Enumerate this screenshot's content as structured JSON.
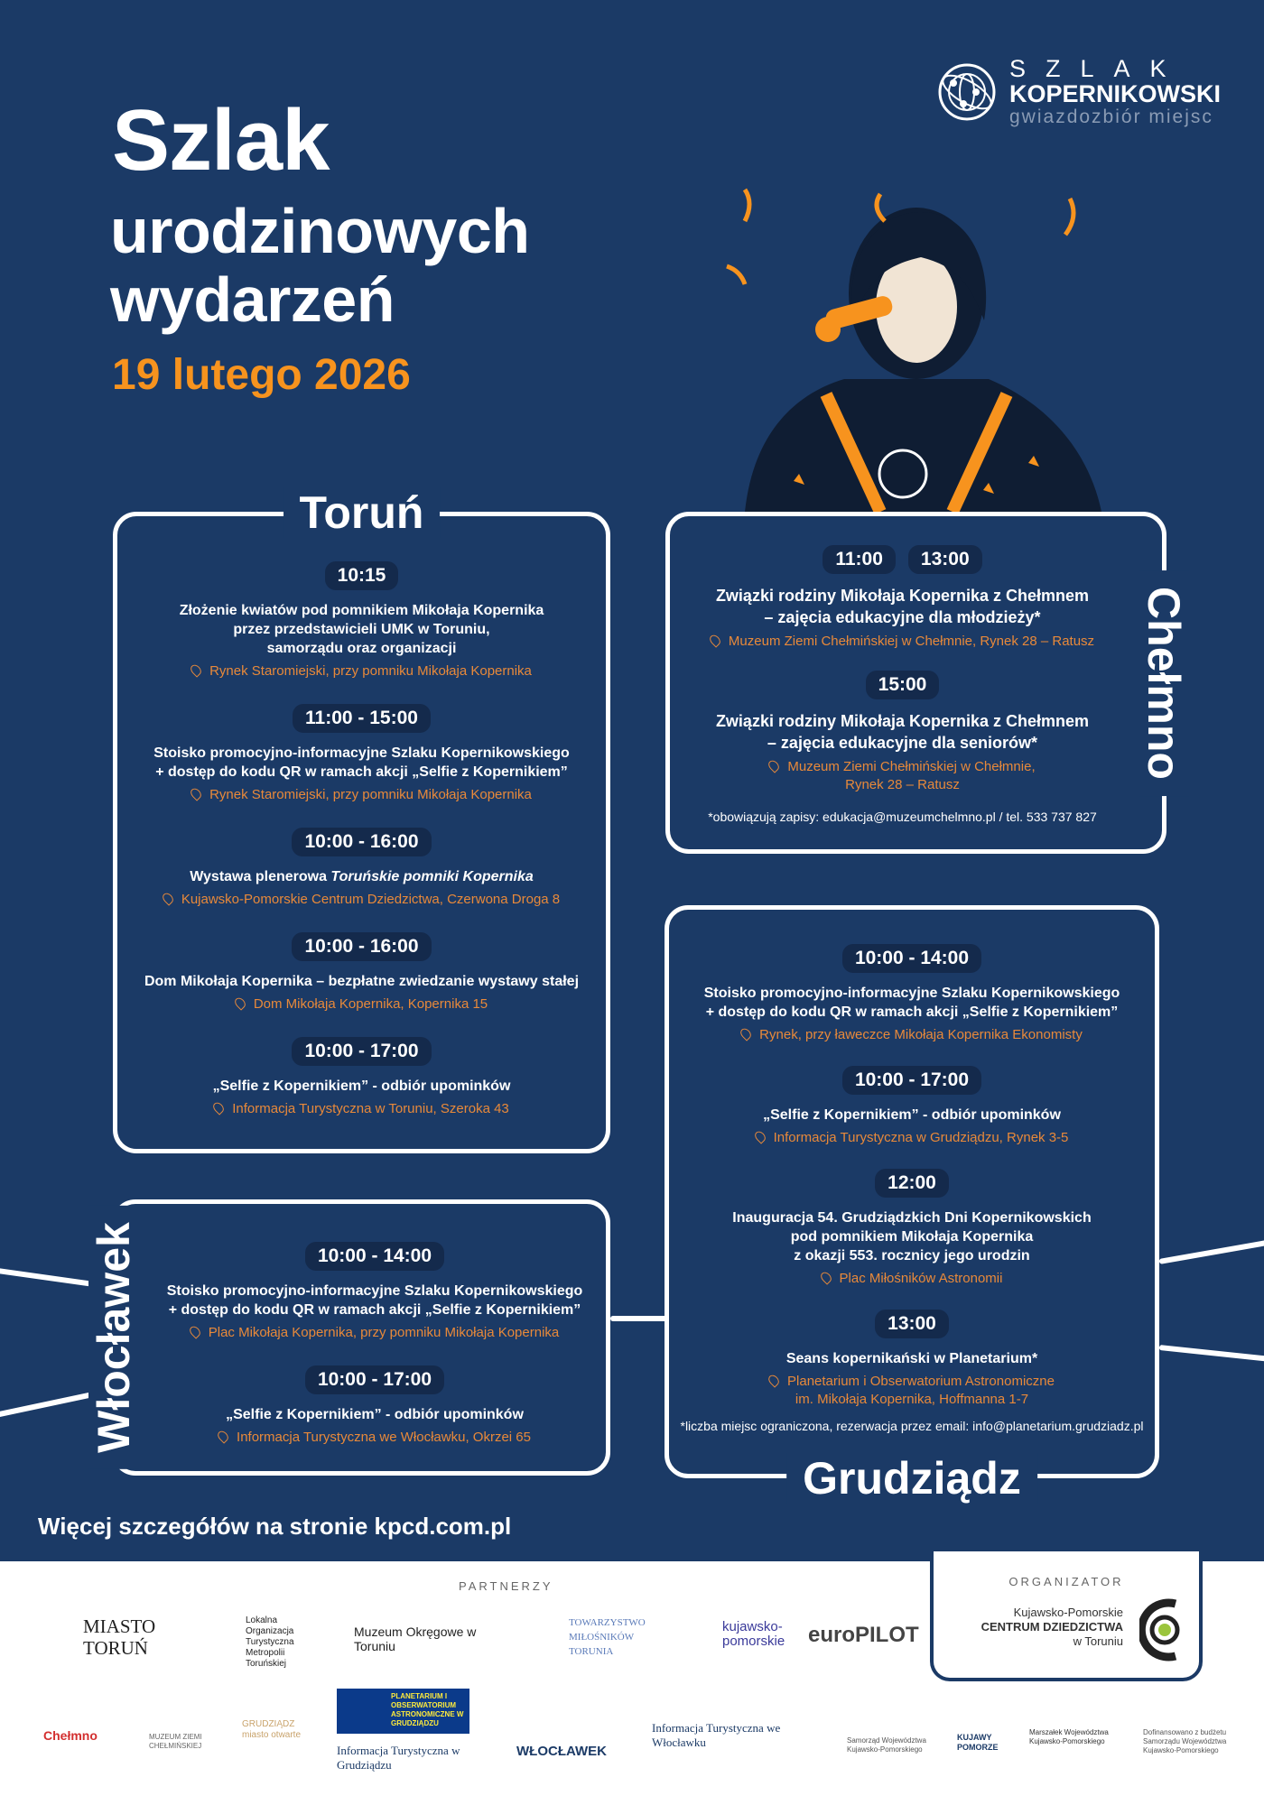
{
  "header": {
    "title": "Szlak",
    "subtitle_line1": "urodzinowych",
    "subtitle_line2": "wydarzeń",
    "date": "19 lutego 2026"
  },
  "logo": {
    "line1": "SZLAK",
    "line2": "KOPERNIKOWSKI",
    "line3": "gwiazdozbiór miejsc"
  },
  "colors": {
    "background": "#1b3a66",
    "accent": "#f7931e",
    "location": "#e8893a",
    "pill": "#142a4c"
  },
  "torun": {
    "label": "Toruń",
    "events": [
      {
        "time": "10:15",
        "title": [
          "Złożenie kwiatów pod pomnikiem Mikołaja Kopernika",
          "przez przedstawicieli UMK w Toruniu,",
          "samorządu oraz organizacji"
        ],
        "location": "Rynek Staromiejski, przy pomniku Mikołaja Kopernika"
      },
      {
        "time": "11:00 - 15:00",
        "title": [
          "Stoisko promocyjno-informacyjne Szlaku Kopernikowskiego",
          "+ dostęp do kodu QR w ramach akcji „Selfie z Kopernikiem”"
        ],
        "location": "Rynek Staromiejski, przy pomniku Mikołaja Kopernika"
      },
      {
        "time": "10:00 - 16:00",
        "title_plain": "Wystawa plenerowa ",
        "title_italic": "Toruńskie pomniki Kopernika",
        "location": "Kujawsko-Pomorskie Centrum Dziedzictwa, Czerwona Droga 8"
      },
      {
        "time": "10:00 - 16:00",
        "title": [
          "Dom Mikołaja Kopernika – bezpłatne zwiedzanie wystawy stałej"
        ],
        "location": "Dom Mikołaja Kopernika, Kopernika 15"
      },
      {
        "time": "10:00 - 17:00",
        "title": [
          "„Selfie z Kopernikiem” - odbiór upominków"
        ],
        "location": "Informacja Turystyczna w Toruniu, Szeroka 43"
      }
    ]
  },
  "chelmno": {
    "label": "Chełmno",
    "events": [
      {
        "times": [
          "11:00",
          "13:00"
        ],
        "title": [
          "Związki rodziny Mikołaja Kopernika z Chełmnem",
          "– zajęcia edukacyjne dla młodzieży*"
        ],
        "location": [
          "Muzeum Ziemi Chełmińskiej w Chełmnie, Rynek 28 – Ratusz"
        ]
      },
      {
        "time": "15:00",
        "title": [
          "Związki rodziny Mikołaja Kopernika z Chełmnem",
          "– zajęcia edukacyjne dla seniorów*"
        ],
        "location": [
          "Muzeum Ziemi Chełmińskiej w Chełmnie,",
          "Rynek 28 – Ratusz"
        ]
      }
    ],
    "note": "*obowiązują zapisy: edukacja@muzeumchelmno.pl / tel. 533 737 827"
  },
  "grudziadz": {
    "label": "Grudziądz",
    "events": [
      {
        "time": "10:00 - 14:00",
        "title": [
          "Stoisko promocyjno-informacyjne Szlaku Kopernikowskiego",
          "+ dostęp do kodu QR w ramach akcji „Selfie z Kopernikiem”"
        ],
        "location": [
          "Rynek, przy ławeczce Mikołaja Kopernika Ekonomisty"
        ]
      },
      {
        "time": "10:00 - 17:00",
        "title": [
          "„Selfie z Kopernikiem” - odbiór upominków"
        ],
        "location": [
          "Informacja Turystyczna w Grudziądzu, Rynek 3-5"
        ]
      },
      {
        "time": "12:00",
        "title": [
          "Inauguracja 54. Grudziądzkich Dni Kopernikowskich",
          "pod pomnikiem Mikołaja Kopernika",
          "z okazji 553. rocznicy jego urodzin"
        ],
        "location": [
          "Plac Miłośników Astronomii"
        ]
      },
      {
        "time": "13:00",
        "title": [
          "Seans kopernikański w Planetarium*"
        ],
        "location": [
          "Planetarium i Obserwatorium Astronomiczne",
          "im. Mikołaja Kopernika, Hoffmanna 1-7"
        ]
      }
    ],
    "note": "*liczba miejsc ograniczona, rezerwacja przez email: info@planetarium.grudziadz.pl"
  },
  "wloclawek": {
    "label": "Włocławek",
    "events": [
      {
        "time": "10:00 - 14:00",
        "title": [
          "Stoisko promocyjno-informacyjne Szlaku Kopernikowskiego",
          "+ dostęp do kodu QR w ramach akcji „Selfie z Kopernikiem”"
        ],
        "location": "Plac Mikołaja Kopernika, przy pomniku Mikołaja Kopernika"
      },
      {
        "time": "10:00 - 17:00",
        "title": [
          "„Selfie z Kopernikiem” - odbiór upominków"
        ],
        "location": "Informacja Turystyczna we Włocławku, Okrzei 65"
      }
    ]
  },
  "more_info": "Więcej szczegółów na stronie kpcd.com.pl",
  "footer": {
    "partners_label": "PARTNERZY",
    "organizer_label": "ORGANIZATOR",
    "organizer": [
      "Kujawsko-Pomorskie",
      "CENTRUM DZIEDZICTWA",
      "w Toruniu"
    ],
    "partners_row1": [
      "MIASTO TORUŃ",
      "Lokalna Organizacja Turystyczna Metropolii Toruńskiej",
      "Muzeum Okręgowe w Toruniu",
      "TOWARZYSTWO MIŁOŚNIKÓW TORUNIA",
      "kujawsko-pomorskie",
      "euroPILOT"
    ],
    "partners_row2": [
      "Chełmno",
      "MUZEUM ZIEMI CHEŁMIŃSKIEJ",
      "GRUDZIĄDZ miasto otwarte",
      "PLANETARIUM I OBSERWATORIUM ASTRONOMICZNE W GRUDZIĄDZU",
      "Informacja Turystyczna w Grudziądzu",
      "WŁOCŁAWEK",
      "Informacja Turystyczna we Włocławku",
      "Samorząd Województwa Kujawsko-Pomorskiego",
      "KUJAWY POMORZE",
      "Marszałek Województwa Kujawsko-Pomorskiego",
      "Dofinansowano z budżetu Samorządu Województwa Kujawsko-Pomorskiego"
    ]
  }
}
